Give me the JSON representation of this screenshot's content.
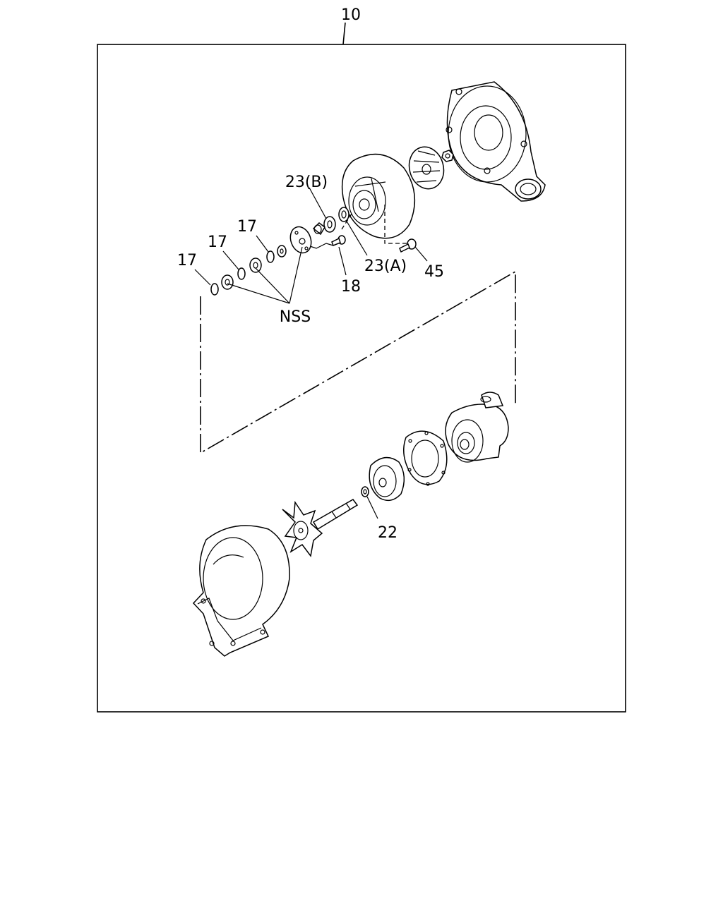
{
  "labels": {
    "assembly": "10",
    "ring_17_a": "17",
    "ring_17_b": "17",
    "ring_17_c": "17",
    "nss": "NSS",
    "bearing_23b": "23(B)",
    "bearing_23a": "23(A)",
    "screw_18": "18",
    "bolt_45": "45",
    "seal_22": "22"
  }
}
